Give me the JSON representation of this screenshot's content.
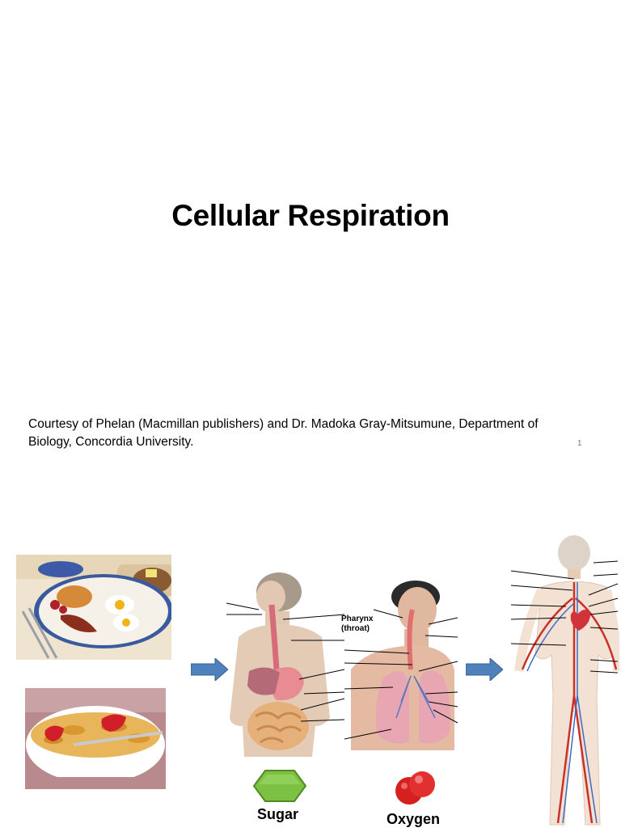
{
  "slide1": {
    "title": "Cellular Respiration",
    "courtesy_line1": "Courtesy of Phelan (Macmillan publishers) and Dr. Madoka Gray-Mitsumune, Department of",
    "courtesy_line2": "Biology, Concordia University.",
    "page_number": "1"
  },
  "slide2": {
    "pharynx_label_1": "Pharynx",
    "pharynx_label_2": "(throat)",
    "sugar_label": "Sugar",
    "oxygen_label": "Oxygen"
  },
  "colors": {
    "arrow_blue": "#4f81bd",
    "sugar_green": "#7cc142",
    "oxygen_red": "#d62020"
  }
}
